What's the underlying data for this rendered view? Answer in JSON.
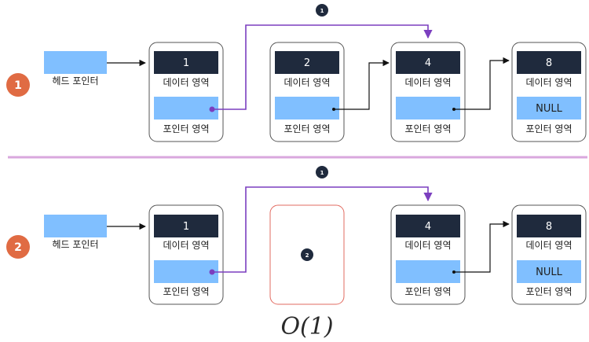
{
  "labels": {
    "data_area": "데이터 영역",
    "pointer_area": "포인터 영역",
    "head_pointer": "헤드 포인터",
    "null": "NULL",
    "complexity": "O(1)"
  },
  "scenes": [
    {
      "badge": "1",
      "step_marker": "1",
      "nodes": [
        {
          "value": "1",
          "is_null": false
        },
        {
          "value": "2",
          "is_null": false
        },
        {
          "value": "4",
          "is_null": false
        },
        {
          "value": "8",
          "is_null": true
        }
      ]
    },
    {
      "badge": "2",
      "step_marker": "1",
      "removed_marker": "2",
      "nodes": [
        {
          "value": "1",
          "is_null": false
        },
        {
          "value": "4",
          "is_null": false
        },
        {
          "value": "8",
          "is_null": true
        }
      ]
    }
  ],
  "colors": {
    "badge": "#e06b43",
    "node_value_bg": "#1f2a3d",
    "pointer_field": "#80bfff",
    "arrow_purple": "#7b3fbf",
    "divider": "#d9a8de",
    "removed_border": "#e26b61"
  }
}
